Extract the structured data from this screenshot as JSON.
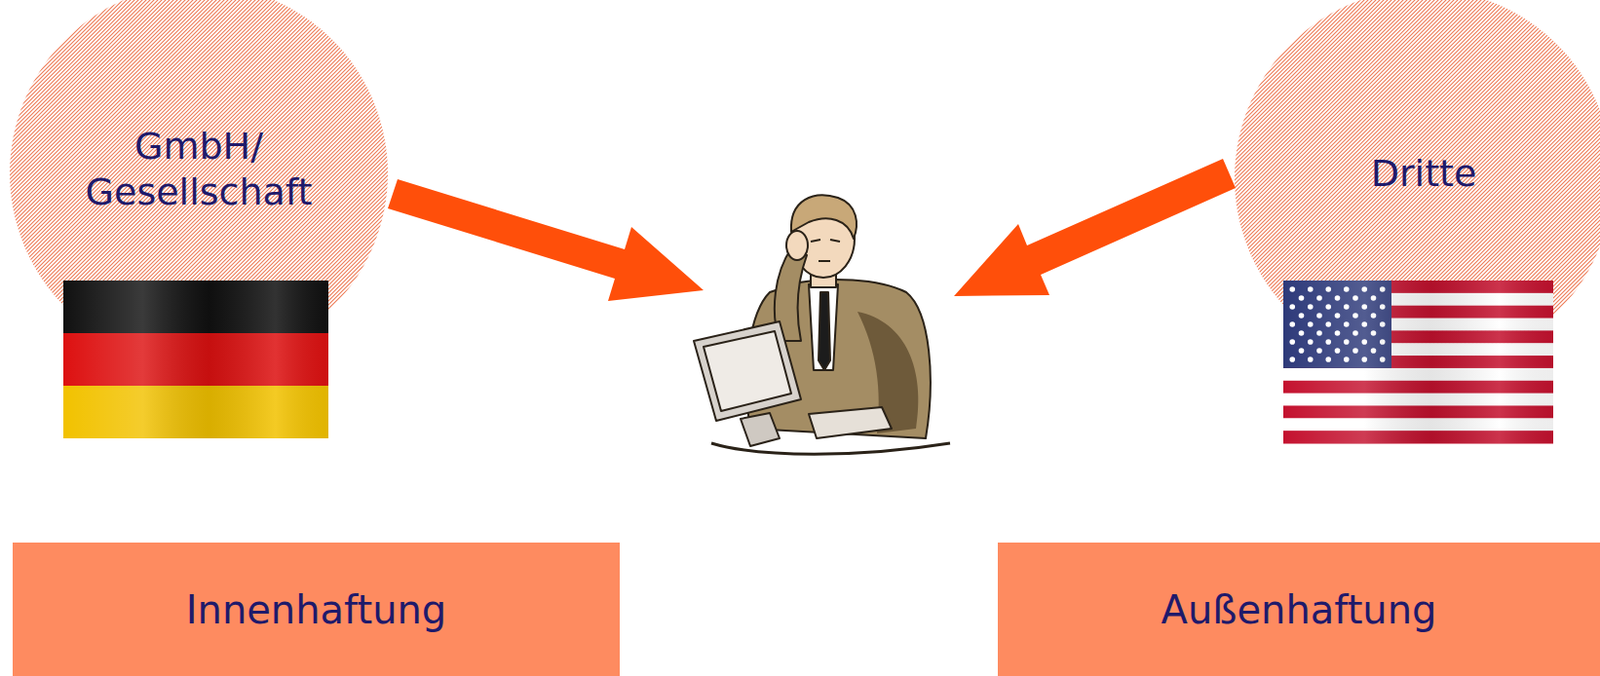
{
  "diagram": {
    "nodes": [
      {
        "text": [
          "GmbH/ Gesellschaft"
        ]
      },
      {
        "text": [
          "Dritte"
        ]
      },
      {
        "text": [
          "Innenhaftung"
        ]
      },
      {
        "text": [
          "Außenhaftung"
        ]
      }
    ]
  }
}
